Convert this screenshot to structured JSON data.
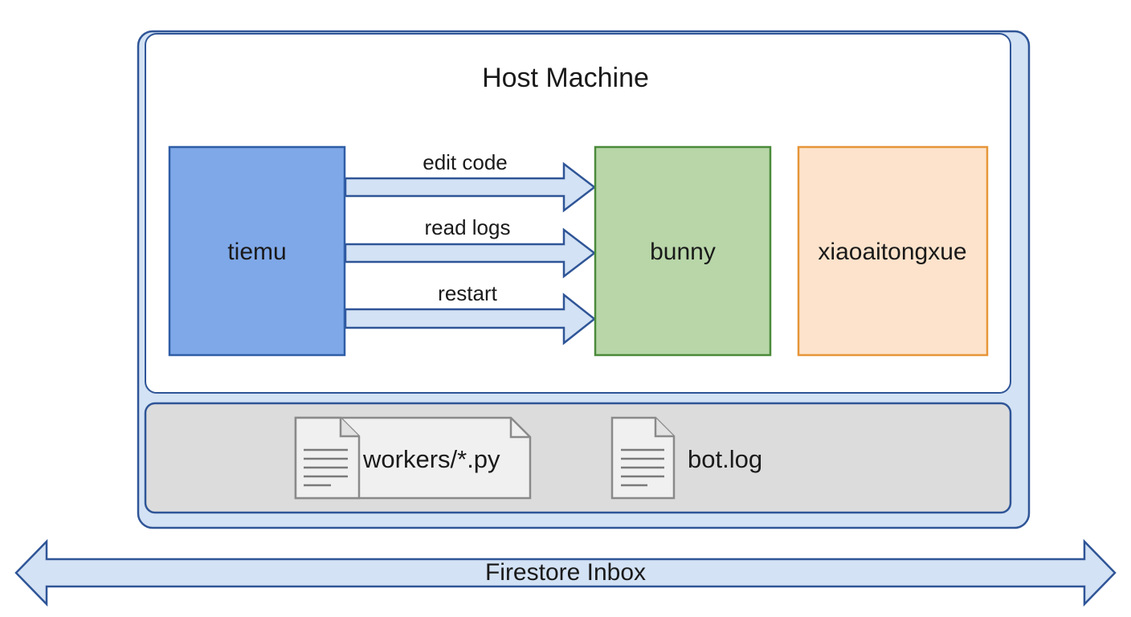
{
  "diagram": {
    "title": "Host Machine",
    "nodes": {
      "tiemu": {
        "label": "tiemu",
        "color": "#7fa8e8",
        "border": "#2f5da6"
      },
      "bunny": {
        "label": "bunny",
        "color": "#b8d6a8",
        "border": "#4a8a3a"
      },
      "xiaoaitongxue": {
        "label": "xiaoaitongxue",
        "color": "#fde3cc",
        "border": "#e69538"
      }
    },
    "edges": [
      {
        "from": "tiemu",
        "to": "bunny",
        "label": "edit code"
      },
      {
        "from": "tiemu",
        "to": "bunny",
        "label": "read logs"
      },
      {
        "from": "tiemu",
        "to": "bunny",
        "label": "restart"
      }
    ],
    "files": [
      {
        "name": "workers/*.py",
        "icon": "document-icon"
      },
      {
        "name": "bot.log",
        "icon": "document-icon"
      }
    ],
    "bus": {
      "label": "Firestore Inbox"
    },
    "colors": {
      "outline": "#2f5597",
      "frame_fill": "#d3e2f4",
      "arrow_fill": "#d3e2f4",
      "storage_fill": "#dcdcdc",
      "file_fill": "#f0f0f0",
      "file_border": "#8a8a8a"
    }
  }
}
